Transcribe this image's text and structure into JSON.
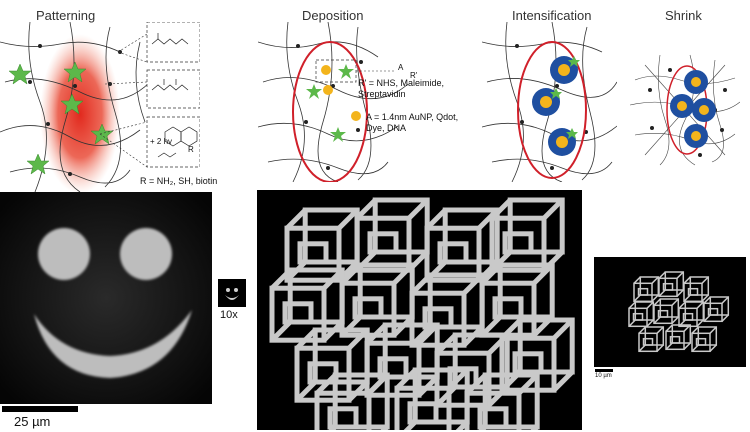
{
  "panels": {
    "patterning": {
      "title": "Patterning",
      "reaction_text": "+ 2 hv",
      "substituent_note": "R = NH₂, SH, biotin",
      "r_label": "R"
    },
    "deposition": {
      "title": "Deposition",
      "r_prime_note": "R' = NHS, Maleimide, Streptavidin",
      "a_note": "A = 1.4nm AuNP, Qdot, Dye, DNA",
      "a_label": "A",
      "r_prime_label": "R'"
    },
    "intensification": {
      "title": "Intensification"
    },
    "shrink": {
      "title": "Shrink"
    }
  },
  "micrographs": {
    "smiley": {
      "scale_bar_label": "25 µm"
    },
    "thumbnail": {
      "magnification_label": "10x"
    },
    "small_lattice": {
      "scale_bar_label": "10 µm"
    }
  },
  "colors": {
    "star": "#5cb84a",
    "nanoparticle_core": "#f3b41c",
    "nanoparticle_shell": "#1f4fa0",
    "boundary_ellipse": "#d0202a",
    "laser_spot": "#e33a1f",
    "image_background": "#000000"
  }
}
